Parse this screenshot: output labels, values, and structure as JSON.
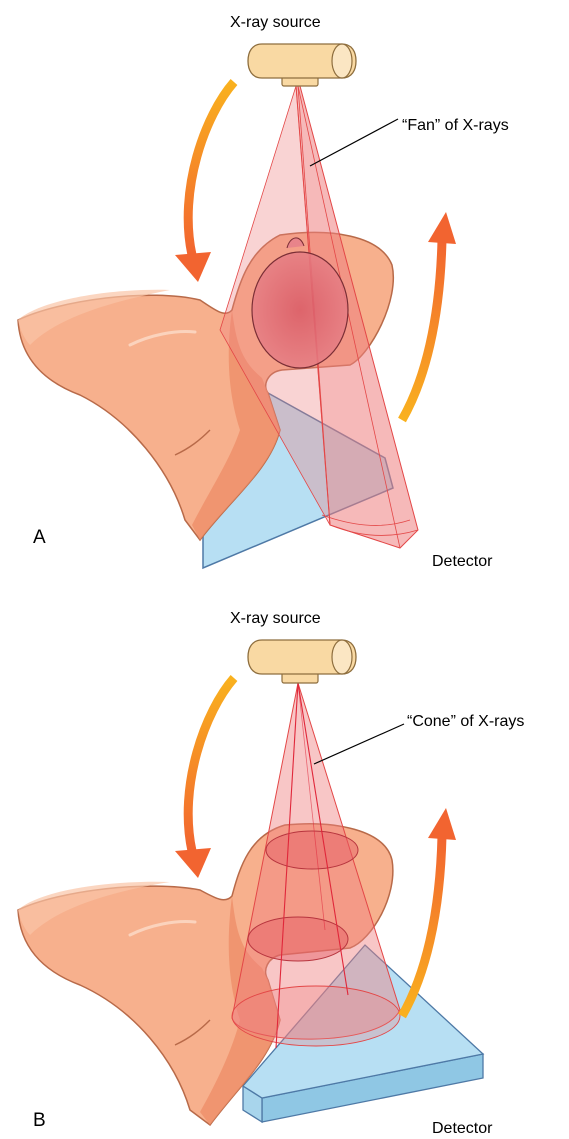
{
  "colors": {
    "skin": "#F7B08D",
    "skin_shadow": "#EE8F69",
    "skin_outline": "#B86A49",
    "beam": "#EF8080",
    "beam_line": "#E34747",
    "detector": "#B7DFF3",
    "detector_edge": "#4E79A6",
    "source": "#F9D9A3",
    "source_edge": "#8E6E3E",
    "arrow_from": "#F9B11E",
    "arrow_to": "#F26430"
  },
  "panel_a": {
    "letter": "A",
    "source_label": "X-ray source",
    "beam_label": "“Fan” of X-rays",
    "detector_label": "Detector"
  },
  "panel_b": {
    "letter": "B",
    "source_label": "X-ray source",
    "beam_label": "“Cone” of X-rays",
    "detector_label": "Detector"
  }
}
